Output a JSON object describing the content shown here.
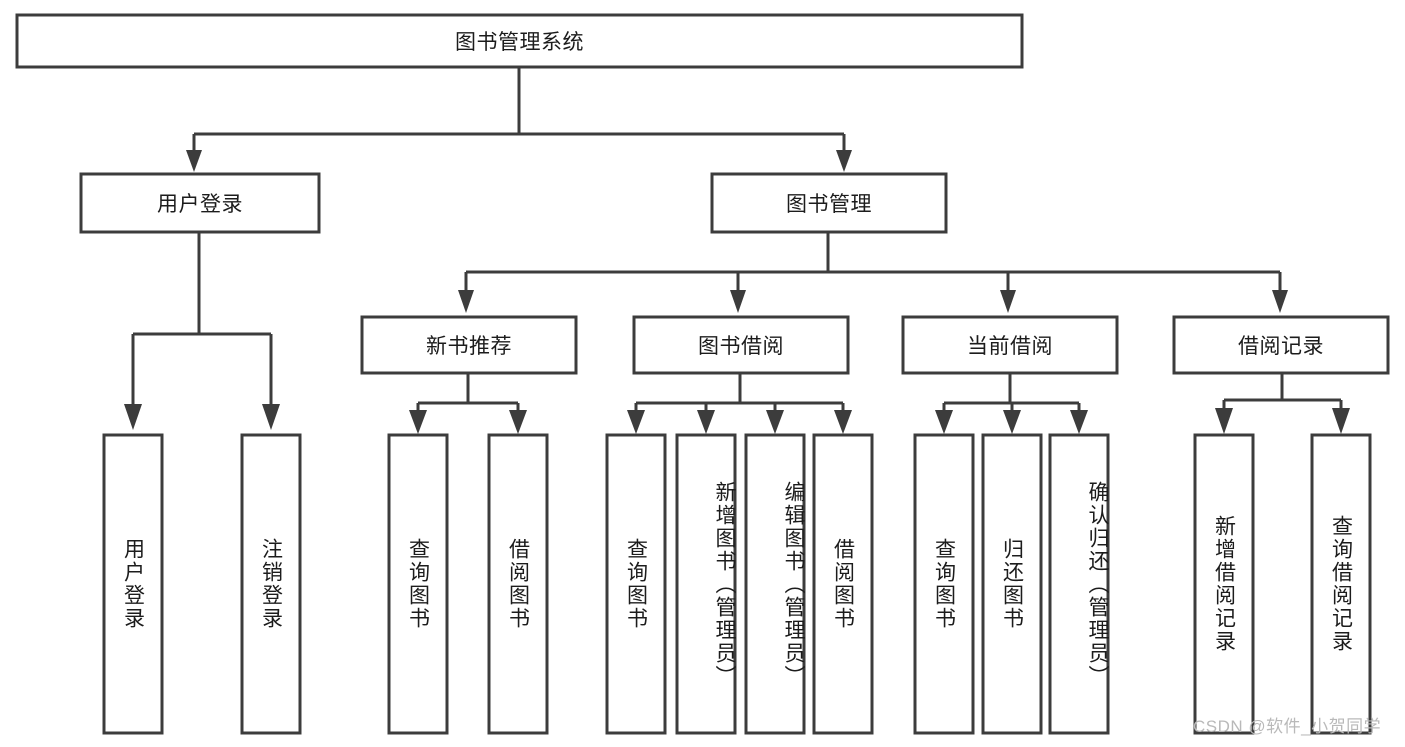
{
  "diagram": {
    "type": "tree-hierarchy-chart",
    "title": "图书管理系统",
    "orientation": "top-down",
    "colors": {
      "box_stroke": "#3c3c3c",
      "box_fill": "#ffffff",
      "connector": "#3c3c3c",
      "text": "#1c1c1c",
      "background": "#ffffff",
      "watermark": "#b9b9b9"
    },
    "root": {
      "label": "图书管理系统"
    },
    "level2": [
      {
        "label": "用户登录"
      },
      {
        "label": "图书管理"
      }
    ],
    "level3": [
      {
        "label": "新书推荐"
      },
      {
        "label": "图书借阅"
      },
      {
        "label": "当前借阅"
      },
      {
        "label": "借阅记录"
      }
    ],
    "leaves": {
      "user_login": [
        {
          "label": "用户登录"
        },
        {
          "label": "注销登录"
        }
      ],
      "new_book_recommend": [
        {
          "label": "查询图书"
        },
        {
          "label": "借阅图书"
        }
      ],
      "book_borrow": [
        {
          "label": "查询图书"
        },
        {
          "label": "新增图书（管理员）"
        },
        {
          "label": "编辑图书（管理员）"
        },
        {
          "label": "借阅图书"
        }
      ],
      "current_borrow": [
        {
          "label": "查询图书"
        },
        {
          "label": "归还图书"
        },
        {
          "label": "确认归还（管理员）"
        }
      ],
      "borrow_record": [
        {
          "label": "新增借阅记录"
        },
        {
          "label": "查询借阅记录"
        }
      ]
    }
  },
  "watermark": {
    "text": "CSDN @软件_小贺同学"
  }
}
